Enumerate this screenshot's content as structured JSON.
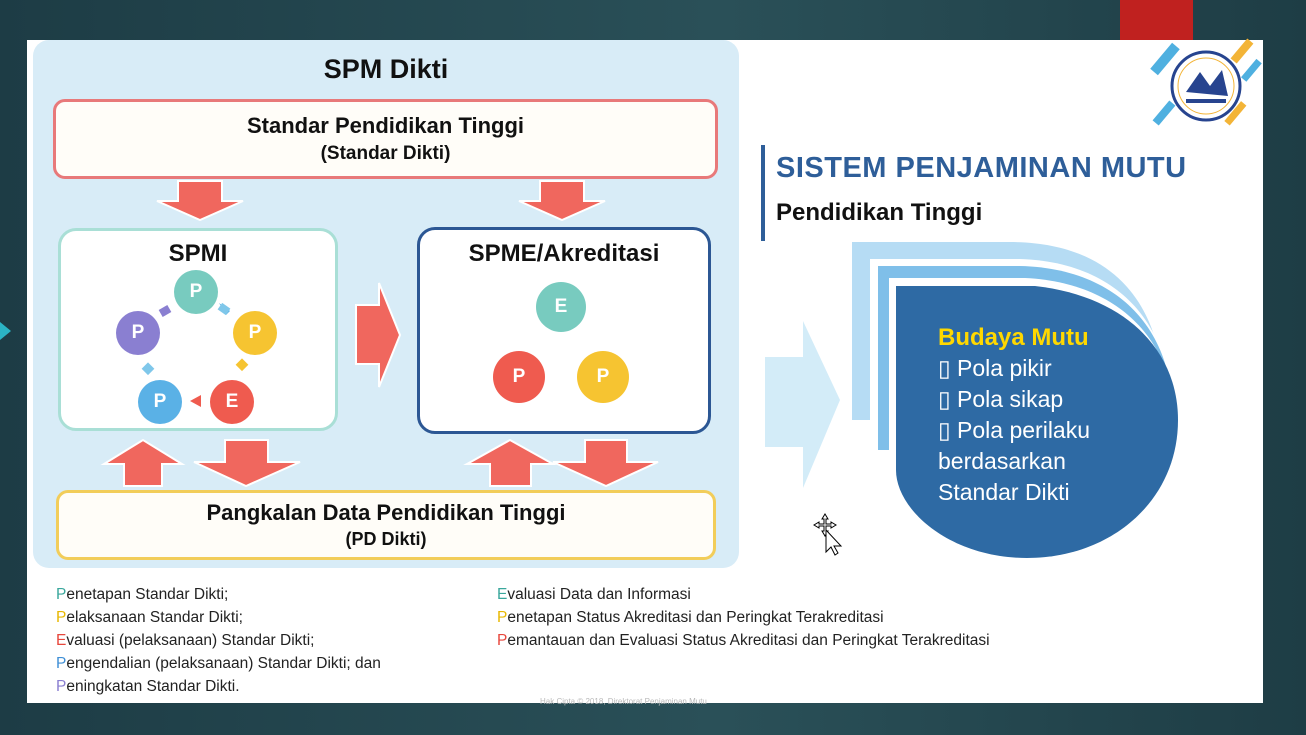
{
  "main": {
    "title": "SPM Dikti",
    "standar": {
      "line1": "Standar Pendidikan Tinggi",
      "line2": "(Standar Dikti)"
    },
    "spmi": {
      "title": "SPMI",
      "circles": [
        "P",
        "P",
        "P",
        "E",
        "P"
      ]
    },
    "spme": {
      "title": "SPME/Akreditasi",
      "circles": [
        "E",
        "P",
        "P"
      ]
    },
    "pangkalan": {
      "line1": "Pangkalan Data Pendidikan Tinggi",
      "line2": "(PD Dikti)"
    }
  },
  "legend_left": [
    {
      "initial": "P",
      "rest": "enetapan Standar Dikti;",
      "color": "#3aa79c"
    },
    {
      "initial": "P",
      "rest": "elaksanaan Standar Dikti;",
      "color": "#e8b800"
    },
    {
      "initial": "E",
      "rest": "valuasi (pelaksanaan) Standar Dikti;",
      "color": "#e7473c"
    },
    {
      "initial": "P",
      "rest": "engendalian (pelaksanaan) Standar Dikti; dan",
      "color": "#3f8fd6"
    },
    {
      "initial": "P",
      "rest": "eningkatan Standar Dikti.",
      "color": "#8a7fd1"
    }
  ],
  "legend_right": [
    {
      "initial": "E",
      "rest": "valuasi Data dan Informasi",
      "color": "#3aa79c"
    },
    {
      "initial": "P",
      "rest": "enetapan Status Akreditasi dan Peringkat Terakreditasi",
      "color": "#e8b800"
    },
    {
      "initial": "P",
      "rest": "emantauan dan Evaluasi Status Akreditasi dan Peringkat  Terakreditasi",
      "color": "#e7473c"
    }
  ],
  "right": {
    "heading": "SISTEM PENJAMINAN MUTU",
    "subheading": "Pendidikan Tinggi",
    "budaya_title": "Budaya Mutu",
    "budaya_items": [
      "▯ Pola pikir",
      "▯ Pola sikap",
      "▯ Pola perilaku"
    ],
    "budaya_tail": [
      "berdasarkan",
      "Standar Dikti"
    ]
  },
  "footer": "Hak Cipta © 2018, Direktorat Penjaminan Mutu",
  "colors": {
    "accent": "#2e5e99",
    "arrow": "#f0675e",
    "teal": "#78cbbf",
    "yellow": "#f6c431",
    "red": "#ef5b4f",
    "blue": "#5ab1e6",
    "purple": "#8a7fd1"
  }
}
